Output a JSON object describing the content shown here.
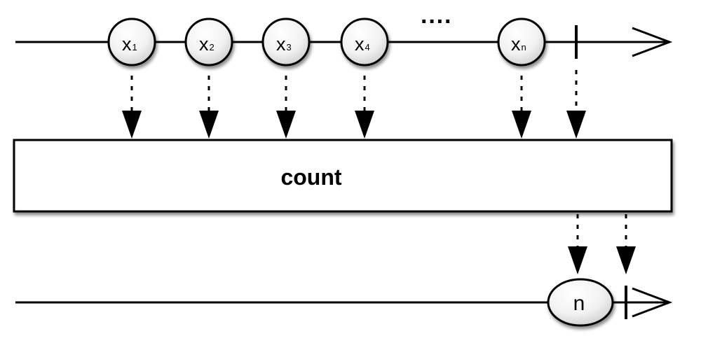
{
  "input_stream": {
    "items": [
      {
        "base": "x",
        "sub": "1"
      },
      {
        "base": "x",
        "sub": "2"
      },
      {
        "base": "x",
        "sub": "3"
      },
      {
        "base": "x",
        "sub": "4"
      },
      {
        "base": "x",
        "sub": "n"
      }
    ],
    "ellipsis": "····"
  },
  "operator": {
    "label": "count"
  },
  "output_stream": {
    "result": "n"
  },
  "colors": {
    "stroke": "#000000",
    "marble_fill_top": "#ffffff",
    "marble_fill_bottom": "#d9d9d9",
    "box_fill": "#ffffff"
  }
}
